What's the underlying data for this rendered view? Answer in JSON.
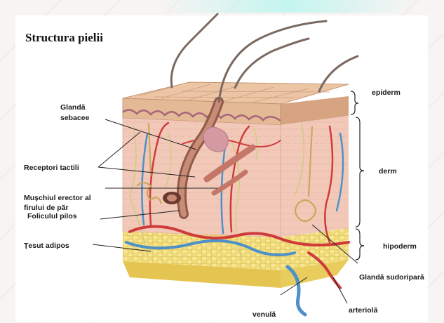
{
  "title": "Structura pielii",
  "labels": {
    "glanda_sebacee_1": "Glandă",
    "glanda_sebacee_2": "sebacee",
    "receptori": "Receptori tactili",
    "muschi_1": "Mușchiul erector al",
    "muschi_2": "firului de păr",
    "folicul": "Foliculul pilos",
    "tesut": "Țesut adipos",
    "epiderm": "epiderm",
    "derm": "derm",
    "hipoderm": "hipoderm",
    "glanda_sudoripara": "Glandă sudoripară",
    "venula": "venulă",
    "arteriola": "arteriolă"
  },
  "colors": {
    "epidermis": "#e3b996",
    "dermis": "#f1c7b6",
    "hypodermis": "#eed46a",
    "artery": "#cf3b3b",
    "vein": "#4e90c8",
    "nerve": "#d7cf8a"
  }
}
